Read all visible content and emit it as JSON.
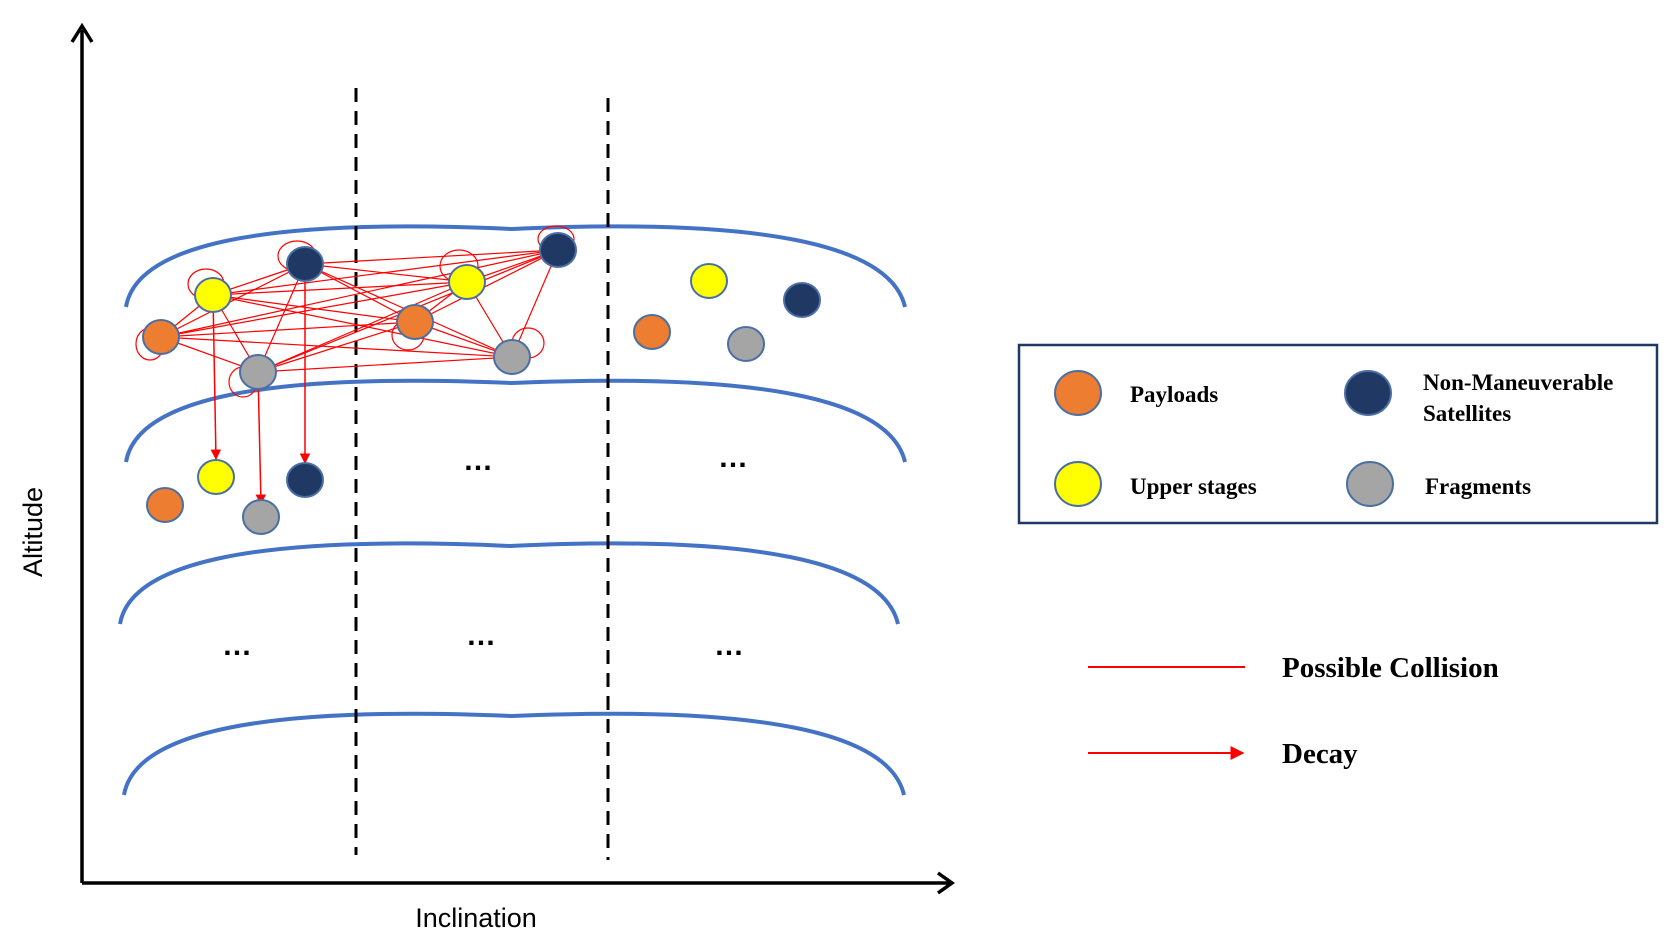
{
  "axes": {
    "x_label": "Inclination",
    "y_label": "Altitude"
  },
  "ellipsis": "…",
  "object_types": {
    "payload": {
      "label": "Payloads",
      "color": "#ED7D31"
    },
    "upper_stage": {
      "label": "Upper stages",
      "color": "#FFFF00"
    },
    "non_maneuverable": {
      "label_line1": "Non-Maneuverable",
      "label_line2": "Satellites",
      "color": "#1F3864"
    },
    "fragment": {
      "label": "Fragments",
      "color": "#A5A5A5"
    }
  },
  "links": {
    "collision": {
      "label": "Possible Collision",
      "color": "#FF0000"
    },
    "decay": {
      "label": "Decay",
      "color": "#FF0000"
    }
  },
  "colors": {
    "shell": "#4472C4",
    "legend_border": "#1F3864"
  }
}
